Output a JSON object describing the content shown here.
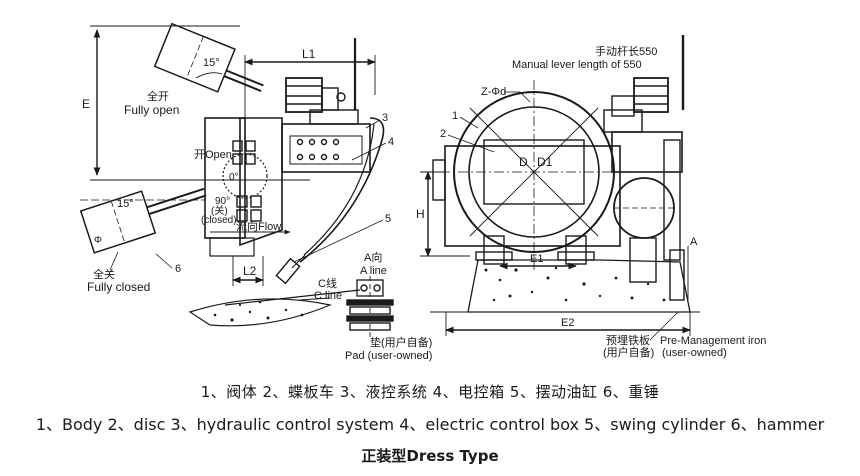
{
  "left_view": {
    "dim_L1": "L1",
    "dim_E": "E",
    "dim_L2": "L2",
    "angle_15_top": "15°",
    "angle_15_bottom": "15°",
    "angle_90": "90°",
    "phi": "Φ",
    "fully_open_cn": "全开",
    "fully_open_en": "Fully open",
    "open_label": "开Open",
    "zero_mark": "0°",
    "closed_cn": "(关)",
    "closed_en": "(closed)",
    "flow_label": "流向Flow",
    "fully_closed_cn": "全关",
    "fully_closed_en": "Fully closed",
    "c_line_cn": "C线",
    "c_line_en": "C line",
    "a_dir_cn": "A向",
    "a_line_en": "A line",
    "pad_cn": "垫(用户自备)",
    "pad_en": "Pad (user-owned)",
    "num_3": "3",
    "num_4": "4",
    "num_5": "5",
    "num_6": "6"
  },
  "right_view": {
    "lever_cn": "手动杆长550",
    "lever_en": "Manual lever length of 550",
    "z_phi_d": "Z-Φd",
    "num_1": "1",
    "num_2": "2",
    "dim_D": "D",
    "dim_D1": "D1",
    "dim_H": "H",
    "dim_E1": "E1",
    "dim_E2": "E2",
    "dim_A": "A",
    "iron_cn": "预埋铁板",
    "iron_cn2": "(用户自备)",
    "iron_en": "Pre-Management iron",
    "iron_en2": "(user-owned)"
  },
  "caption": {
    "parts_cn": "1、阀体 2、蝶板车 3、液控系统 4、电控箱 5、摆动油缸 6、重锤",
    "parts_en": "1、Body 2、disc 3、hydraulic control system 4、electric control box 5、swing cylinder 6、hammer",
    "type_title": "正装型Dress Type"
  }
}
